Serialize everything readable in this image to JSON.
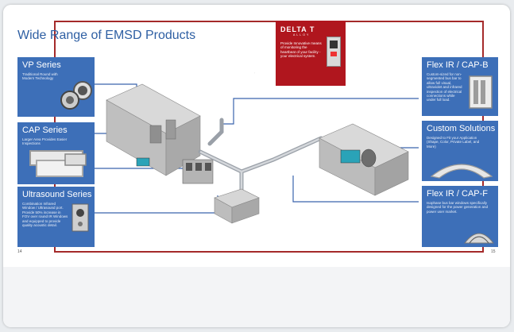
{
  "page": {
    "title": "Wide Range of EMSD Products",
    "left_page_number": "14",
    "right_page_number": "15"
  },
  "promo": {
    "logo": "DELTA T",
    "tagline": "ALLOY",
    "text": "Provide Innovative means of monitoring the heartbeat of your facility -your electrical system."
  },
  "cards": {
    "vp": {
      "title": "VP Series",
      "text": "Traditional Round with Modern Technology"
    },
    "cap": {
      "title": "CAP Series",
      "text": "Larger Area Provides Easier Inspections"
    },
    "ultrasound": {
      "title": "Ultrasound Series",
      "text": "Combination Infrared Window / Ultrasound port. Provide 50% increase in FOV over round IR Windows and equipped to provide quality acoustic detail."
    },
    "flex_b": {
      "title": "Flex IR / CAP-B",
      "text": "Custom-sized for non-segmented bus bar to allow full visual, ultraviolet and infrared inspection of electrical connections while under full load."
    },
    "custom": {
      "title": "Custom Solutions",
      "text": "Designed to Fit your Application (Shape, Color, Private Label, and More)"
    },
    "flex_f": {
      "title": "Flex IR / CAP-F",
      "text": "Isophase bus bar windows specifically designed for the power generation and power user market."
    }
  },
  "colors": {
    "card_blue": "#3d6fb8",
    "frame_red": "#a52a2a",
    "promo_red": "#b0161e",
    "title_blue": "#2e5fa3"
  }
}
